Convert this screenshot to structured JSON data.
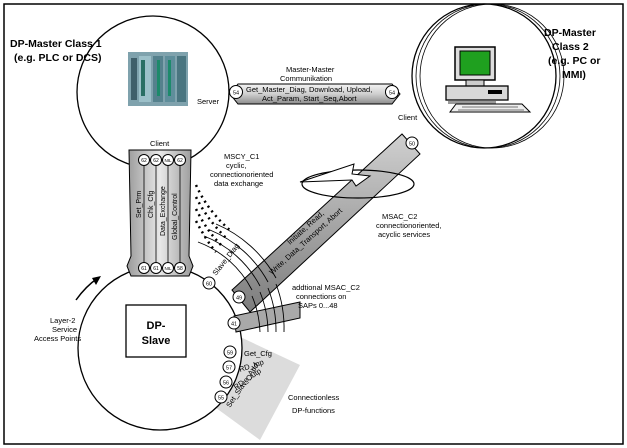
{
  "master1": {
    "title_line1": "DP-Master Class 1",
    "title_line2": "(e.g. PLC or DCS)",
    "server_label": "Server",
    "client_label": "Client"
  },
  "master2": {
    "title_line1": "DP-Master",
    "title_line2": "Class 2",
    "title_line3": "(e.g. PC or",
    "title_line4": "MMI)",
    "client_label": "Client"
  },
  "master_master": {
    "title_line1": "Master-Master",
    "title_line2": "Communikation",
    "services_line1": "Get_Master_Diag, Download, Upload,",
    "services_line2": "Act_Param, Start_Seq,Abort",
    "sap_left": "54",
    "sap_right": "54"
  },
  "msac_c2": {
    "title_line1": "MSAC_C2",
    "title_line2": "connectionoriented,",
    "title_line3": "acyclic services",
    "arrow_text1": "Initiate, Read,",
    "arrow_text2": "Write, Data_Transport, Abort",
    "sap_client": "50",
    "sap_slave": "49"
  },
  "additional": {
    "line1": "addtional MSAC_C2",
    "line2": "connections on",
    "line3": "SAPs 0...48",
    "sap": "41"
  },
  "mscy_c1": {
    "title_line1": "MSCY_C1",
    "title_line2": "cyclic,",
    "title_line3": "connectionoriented",
    "title_line4": "data exchange"
  },
  "column_services": [
    "Set_Prm",
    "Chk_Cfg",
    "Data_Exchange",
    "Global_Control"
  ],
  "column_saps_top": [
    "62",
    "62",
    "NIL",
    "62"
  ],
  "column_saps_bottom": [
    "61",
    "61",
    "NIL",
    "58"
  ],
  "slave": {
    "title_line1": "DP-",
    "title_line2": "Slave"
  },
  "layer2": {
    "line1": "Layer-2",
    "line2": "Service",
    "line3": "Access Points"
  },
  "slave_diag": {
    "label": "Slave_Diag",
    "sap": "60"
  },
  "connectionless": {
    "line1": "Connectionless",
    "line2": "DP-functions"
  },
  "fan_services": [
    {
      "label": "Get_Cfg",
      "sap": "59"
    },
    {
      "label": "RD_Inp",
      "sap": "57"
    },
    {
      "label": "RD_Outp",
      "sap": "56"
    },
    {
      "label": "Set_Slave_Add",
      "sap": "55"
    }
  ]
}
